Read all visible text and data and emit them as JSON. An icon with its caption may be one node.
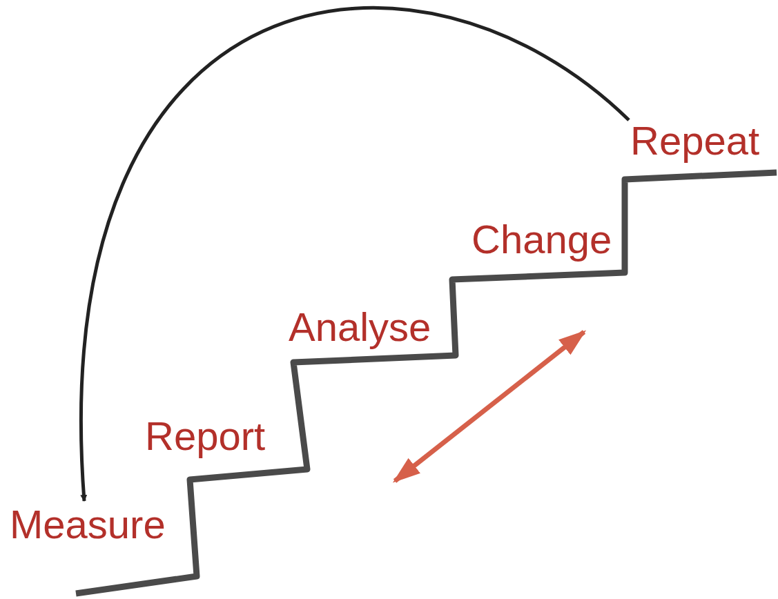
{
  "diagram": {
    "nodes": [
      {
        "text": [
          "Measure"
        ]
      },
      {
        "text": [
          "Report"
        ]
      },
      {
        "text": [
          "Analyse"
        ]
      },
      {
        "text": [
          "Change"
        ]
      },
      {
        "text": [
          "Repeat"
        ]
      }
    ],
    "edges": [
      {
        "from": 4,
        "to": 0,
        "arrow": "to"
      }
    ]
  }
}
